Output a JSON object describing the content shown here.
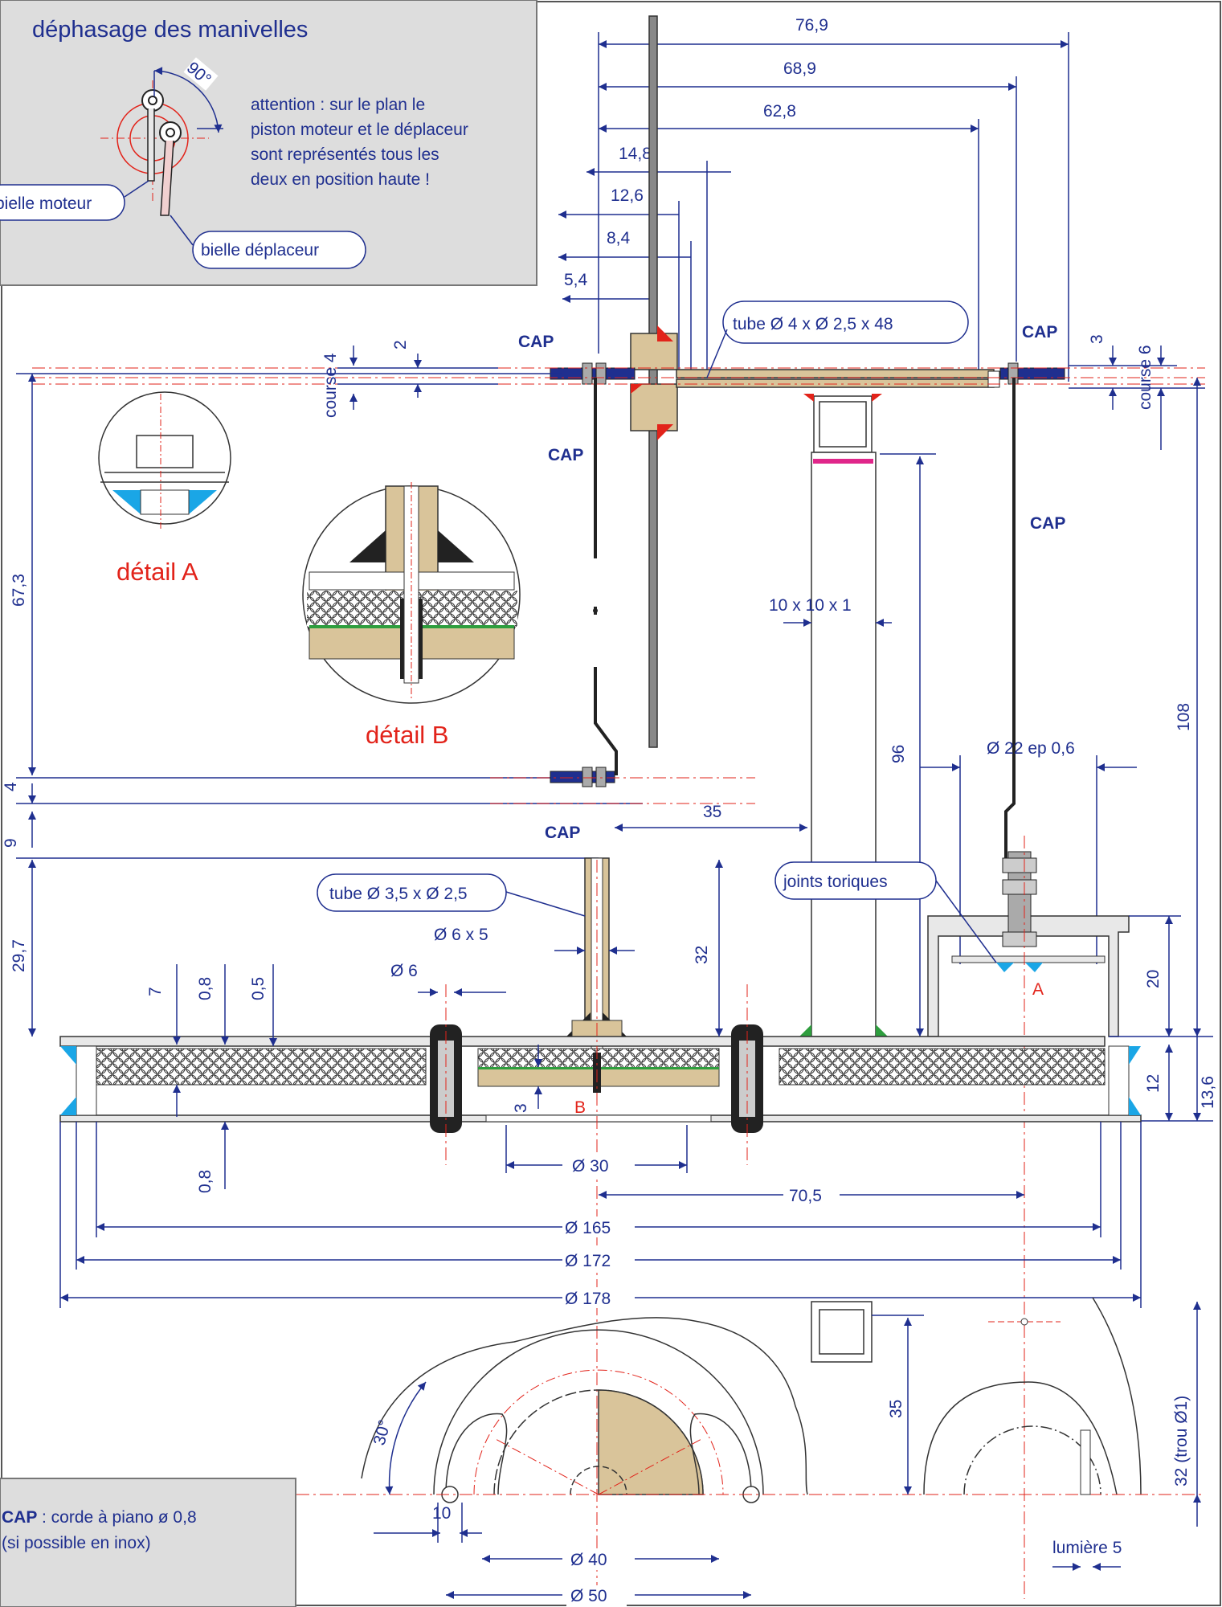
{
  "inset": {
    "title": "déphasage des manivelles",
    "angle": "90°",
    "note": [
      "attention : sur le plan le",
      "piston moteur et le déplaceur",
      "sont représentés tous les",
      "deux en position haute !"
    ],
    "label_motor_rod": "bielle moteur",
    "label_displacer_rod": "bielle déplaceur"
  },
  "detail_labels": {
    "a": "détail A",
    "b": "détail B",
    "point_a": "A",
    "point_b": "B"
  },
  "cap": "CAP",
  "callouts": {
    "tube_top": "tube Ø 4 x Ø 2,5 x 48",
    "tube_bottom": "tube Ø 3,5 x Ø 2,5",
    "o_rings": "joints toriques"
  },
  "dims": {
    "d76_9": "76,9",
    "d68_9": "68,9",
    "d62_8": "62,8",
    "d14_8": "14,8",
    "d12_6": "12,6",
    "d8_4": "8,4",
    "d5_4": "5,4",
    "d2": "2",
    "d3": "3",
    "course4": "course 4",
    "course6": "course 6",
    "d67_3": "67,3",
    "d4": "4",
    "d9": "9",
    "d29_7": "29,7",
    "sq": "10 x 10 x 1",
    "d108": "108",
    "d96": "96",
    "disc": "Ø 22 ep 0,6",
    "d35": "35",
    "d6x5": "Ø 6 x 5",
    "d32": "32",
    "d6": "Ø 6",
    "d20": "20",
    "d12": "12",
    "d13_6": "13,6",
    "d7": "7",
    "d0_8": "0,8",
    "d0_5": "0,5",
    "d0_8b": "0,8",
    "d30": "Ø 30",
    "d70_5": "70,5",
    "d165": "Ø 165",
    "d172": "Ø 172",
    "d178": "Ø 178",
    "d35b": "35",
    "d32hole": "32 (trou Ø1)",
    "d30deg": "30°",
    "d10": "10",
    "d40": "Ø 40",
    "d50": "Ø 50",
    "slot": "lumière 5"
  },
  "legend": {
    "term": "CAP",
    "text": ": corde à piano ø 0,8",
    "text2": "(si possible en inox)"
  },
  "colors": {
    "dimension": "#1f2f8f",
    "axis": "#e2231a",
    "inset_bg": "#dddddd",
    "wood": "#d9c49a",
    "green": "#2e9e3e",
    "cyan": "#1aa6e6",
    "magenta": "#e0268a"
  }
}
